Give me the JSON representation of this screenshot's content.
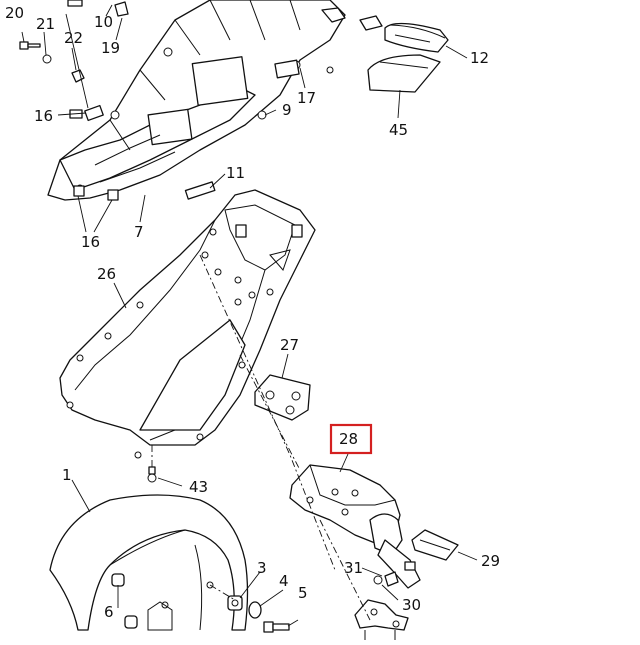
{
  "diagram": {
    "highlight_color": "#d42020",
    "highlighted_part": "28",
    "part_labels": {
      "p20": "20",
      "p21": "21",
      "p22": "22",
      "p10": "10",
      "p19": "19",
      "p12": "12",
      "p45": "45",
      "p16a": "16",
      "p9": "9",
      "p17": "17",
      "p11": "11",
      "p16b": "16",
      "p7": "7",
      "p26": "26",
      "p27": "27",
      "p28": "28",
      "p43": "43",
      "p1": "1",
      "p29": "29",
      "p31": "31",
      "p30": "30",
      "p3": "3",
      "p4": "4",
      "p5": "5",
      "p6": "6"
    }
  }
}
